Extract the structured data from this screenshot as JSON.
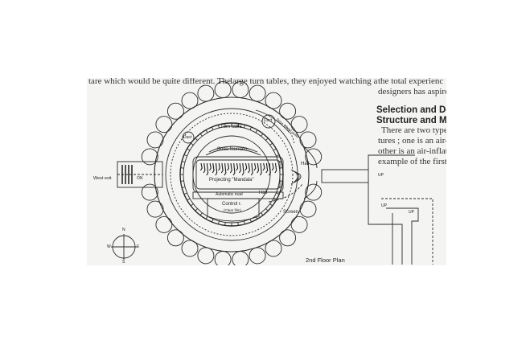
{
  "text_columns": {
    "top_line": [
      "tare which would be quite different. The",
      "large turn tables, they enjoyed watching a",
      "the   total  experienc"
    ],
    "right_column": {
      "line1": "designers has aspired",
      "heading_line1": "Selection and De",
      "heading_line2": "Structure and Ma",
      "para": [
        "There are two types",
        "tures ; one is an air-su",
        "other is an air-inflate",
        "example of the first ty"
      ]
    }
  },
  "labels": {
    "turn_table": "Turn table",
    "duct_top": "Duct",
    "drive_wheel": "Drive wheel puller",
    "duct_left": "Duct",
    "soda_fountain": "Soda fountain",
    "projecting": "Projecting \"Mandala\"",
    "automatic_road": "Automatic road",
    "hall_right": "Hall",
    "hall_center": "Hall",
    "control": "Control r.",
    "clear_film": "(Clear film)",
    "screen": "Screen",
    "west_exit": "West exit",
    "on": "ON",
    "up1": "UP",
    "up2": "UP",
    "up3": "UP",
    "plan_title": "2nd Floor Plan"
  },
  "compass": [
    "N",
    "E",
    "S",
    "W"
  ]
}
